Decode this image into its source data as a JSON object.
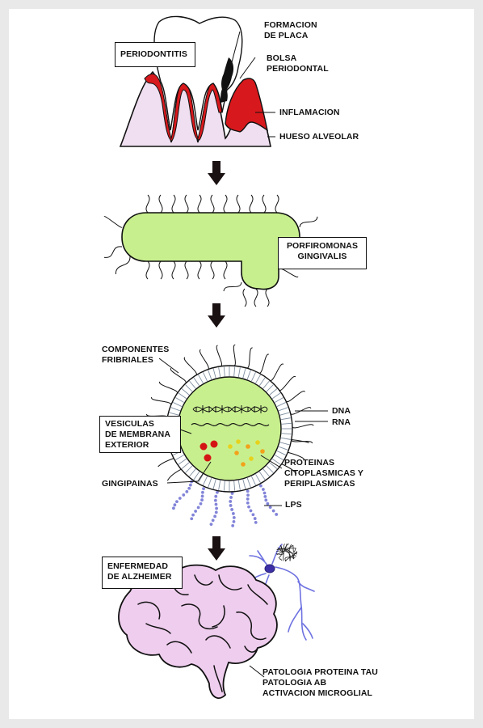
{
  "colors": {
    "gum_red": "#d7181c",
    "bone_pink": "#efdff0",
    "bacterium_green": "#c8ef8e",
    "membrane_gray": "#b9c9d8",
    "lps_purple": "#8284d8",
    "brain_pink": "#efcdee",
    "neuron_blue": "#6e72e0",
    "gingipain_red": "#d41414",
    "protein_orange": "#f2a21a",
    "protein_yellow": "#e7d21c",
    "arrow": "#1a1112"
  },
  "icons": [
    "tooth-icon",
    "bacterium-icon",
    "vesicle-icon",
    "brain-icon",
    "neuron-icon",
    "down-arrow-icon"
  ],
  "labels": {
    "periodontitis": "PERIODONTITIS",
    "formacion_placa": "FORMACION\nDE PLACA",
    "bolsa_periodontal": "BOLSA\nPERIODONTAL",
    "inflamacion": "INFLAMACION",
    "hueso_alveolar": "HUESO ALVEOLAR",
    "porfiromonas": "PORFIROMONAS\nGINGIVALIS",
    "componentes": "COMPONENTES\nFRIBRIALES",
    "vesiculas": "VESICULAS\nDE MEMBRANA\nEXTERIOR",
    "dna": "DNA",
    "rna": "RNA",
    "proteinas": "PROTEINAS\nCITOPLASMICAS Y\nPERIPLASMICAS",
    "gingipainas": "GINGIPAINAS",
    "lps": "LPS",
    "alzheimer": "ENFERMEDAD\nDE ALZHEIMER",
    "patologia": "PATOLOGIA PROTEINA TAU\nPATOLOGIA AB\nACTIVACION MICROGLIAL"
  }
}
